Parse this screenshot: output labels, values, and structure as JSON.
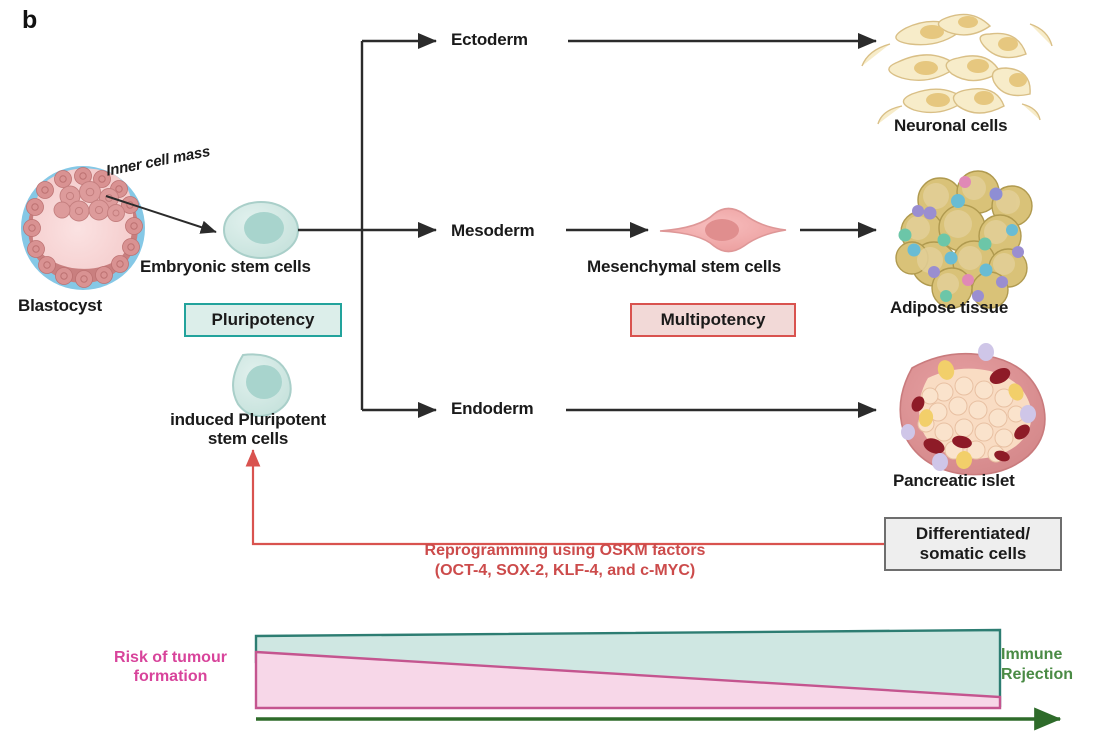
{
  "figure": {
    "panel_letter": "b",
    "type": "diagram",
    "subject": "Stem cell differentiation and reprogramming schematic"
  },
  "labels": {
    "inner_cell_mass": "Inner cell mass",
    "blastocyst": "Blastocyst",
    "embryonic_stem_cells": "Embryonic stem cells",
    "ipsc_line1": "induced Pluripotent",
    "ipsc_line2": "stem cells",
    "mesenchymal_stem_cells": "Mesenchymal stem cells",
    "neuronal_cells": "Neuronal cells",
    "adipose_tissue": "Adipose tissue",
    "pancreatic_islet": "Pancreatic islet"
  },
  "germ_layers": [
    {
      "name": "Ectoderm",
      "outcome": "Neuronal cells"
    },
    {
      "name": "Mesoderm",
      "outcome": "Adipose tissue"
    },
    {
      "name": "Endoderm",
      "outcome": "Pancreatic islet"
    }
  ],
  "potency_boxes": {
    "pluripotency": "Pluripotency",
    "multipotency": "Multipotency",
    "differentiated_line1": "Differentiated/",
    "differentiated_line2": "somatic cells"
  },
  "reprogramming": {
    "line1": "Reprogramming using OSKM factors",
    "line2": "(OCT-4, SOX-2, KLF-4, and c-MYC)",
    "factors": [
      "OCT-4",
      "SOX-2",
      "KLF-4",
      "c-MYC"
    ]
  },
  "gradient_panel": {
    "risk_label_line1": "Risk of tumour",
    "risk_label_line2": "formation",
    "immune_label_line1": "Immune",
    "immune_label_line2": "Rejection"
  },
  "colors": {
    "pluripotency_fill": "#dceeea",
    "pluripotency_border": "#22a39c",
    "multipotency_fill": "#f2d9d7",
    "multipotency_border": "#d9534f",
    "differentiated_fill": "#eeeeee",
    "differentiated_border": "#6e6e6e",
    "reprogramming_text": "#cc4b4b",
    "risk_text": "#d8449b",
    "immune_text": "#4a8b45",
    "arrow_black": "#2b2b2b",
    "arrow_green": "#2e6b2a",
    "stem_cell_fill": "#cfe7e2",
    "stem_cell_nucleus": "#a8d4cd",
    "blastocyst_outer": "#74bde0",
    "blastocyst_cells": "#c97f7f",
    "blastocyst_cavity": "#f6d2d2",
    "mesenchymal_fill": "#f0a8a8",
    "neuronal_fill": "#f5e0b0",
    "adipose_fill": "#d9c278",
    "pancreas_fill": "#f7d9c0",
    "pancreas_ring": "#d4888a",
    "teal_wedge_fill": "#cfe7e2",
    "teal_wedge_border": "#2d7d72",
    "pink_wedge_fill": "#f7d7e8",
    "pink_wedge_border": "#c4558f"
  }
}
